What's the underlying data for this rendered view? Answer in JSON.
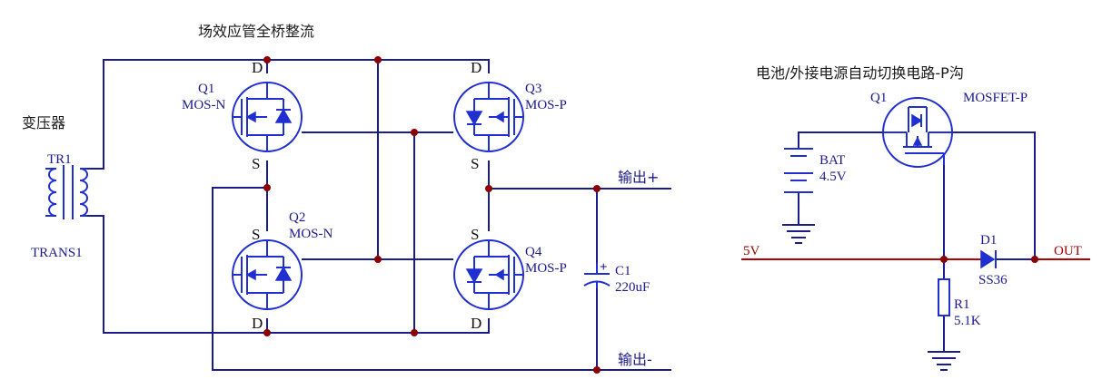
{
  "left_title": "场效应管全桥整流",
  "transformer_title": "变压器",
  "transformer": {
    "ref": "TR1",
    "part": "TRANS1"
  },
  "q1": {
    "ref": "Q1",
    "part": "MOS-N"
  },
  "q2": {
    "ref": "Q2",
    "part": "MOS-N"
  },
  "q3": {
    "ref": "Q3",
    "part": "MOS-P"
  },
  "q4": {
    "ref": "Q4",
    "part": "MOS-P"
  },
  "pins": {
    "d": "D",
    "s": "S"
  },
  "c1": {
    "ref": "C1",
    "value": "220uF",
    "polarity": "+"
  },
  "out_plus": "输出+",
  "out_minus": "输出-",
  "right_title": "电池/外接电源自动切换电路-P沟",
  "rq1": {
    "ref": "Q1",
    "part": "MOSFET-P"
  },
  "bat": {
    "ref": "BAT",
    "value": "4.5V"
  },
  "d1": {
    "ref": "D1",
    "part": "SS36"
  },
  "r1": {
    "ref": "R1",
    "value": "5.1K"
  },
  "net_5v": "5V",
  "net_out": "OUT",
  "colors": {
    "wire": "#1c1c8c",
    "symbol": "#1f2fd0",
    "net": "#b00000",
    "junction": "#8b0000"
  }
}
